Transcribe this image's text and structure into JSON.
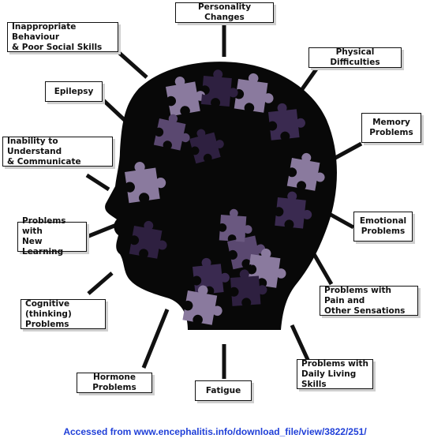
{
  "labels": {
    "personality": "Personality Changes",
    "inappropriate": "Inappropriate Behaviour\n& Poor Social Skills",
    "physical": "Physical Difficulties",
    "epilepsy": "Epilepsy",
    "memory": "Memory\nProblems",
    "inability": "Inability to Understand\n& Communicate",
    "emotional": "Emotional\nProblems",
    "new_learning": "Problems with\nNew Learning",
    "pain": "Problems with Pain and\nOther Sensations",
    "cognitive": "Cognitive (thinking)\nProblems",
    "daily_living": "Problems with\nDaily Living Skills",
    "hormone": "Hormone Problems",
    "fatigue": "Fatigue"
  },
  "source": "Accessed from www.encephalitis.info/download_file/view/3822/251/",
  "colors": {
    "head": "#080808",
    "piece_light": "#8a7a9e",
    "piece_mid": "#5a4870",
    "piece_dark": "#2e2040",
    "source_text": "#1f3fd8"
  }
}
